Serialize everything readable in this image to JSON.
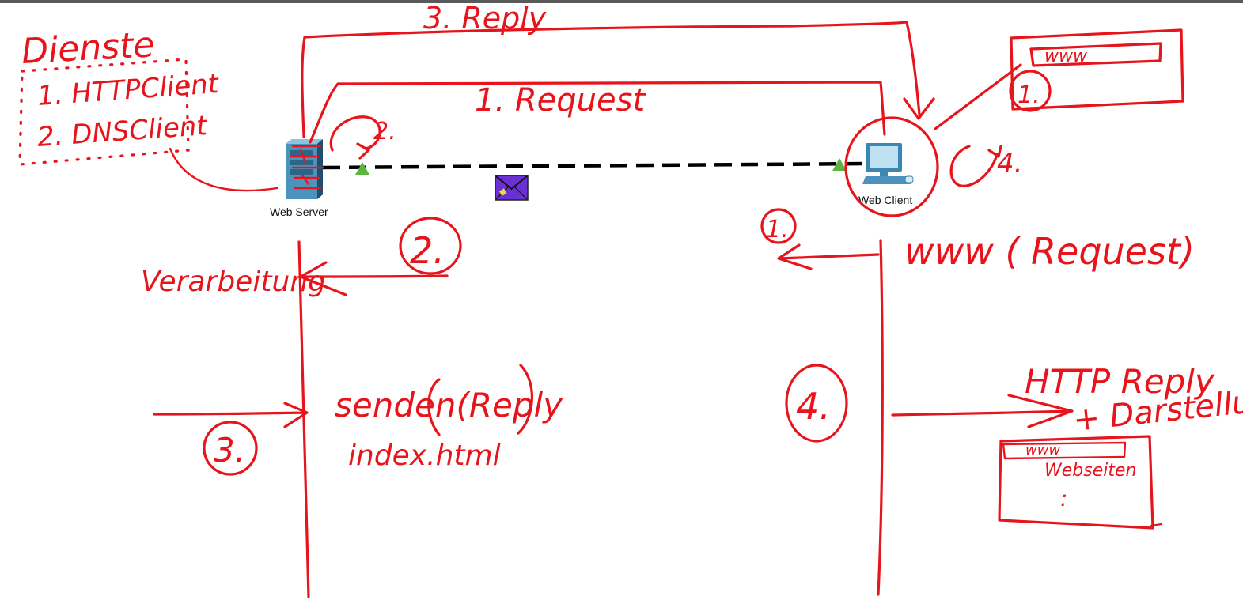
{
  "devices": {
    "server_label": "Web Server",
    "client_label": "Web Client"
  },
  "annotations": {
    "dienste_title": "Dienste",
    "dienste_item_1": "1. HTTPClient",
    "dienste_item_2": "2. DNSClient",
    "reply_top": "3.  Reply",
    "request_top": "1. Request",
    "server_step": "2.",
    "client_step": "4.",
    "browser_step": "1.",
    "browser_url": "www",
    "step1_circle": "1.",
    "client_request": "www ( Request)",
    "step2_circle": "2.",
    "verarbeitung": "Verarbeitung",
    "step3_circle": "3.",
    "senden_reply": "senden(Reply",
    "index_html": "index.html",
    "step4_circle": "4.",
    "http_reply": "HTTP Reply",
    "darstellung": "+ Darstellung",
    "box_url": "www",
    "box_content": "Webseiten",
    "box_dots": ":"
  },
  "colors": {
    "ink": "#e8141b",
    "link": "#000000",
    "link_indicator": "#5cb540",
    "pdu_envelope": "#6b2fd6"
  },
  "icons": {
    "server": "server-icon",
    "client": "pc-icon",
    "pdu": "envelope-icon"
  }
}
